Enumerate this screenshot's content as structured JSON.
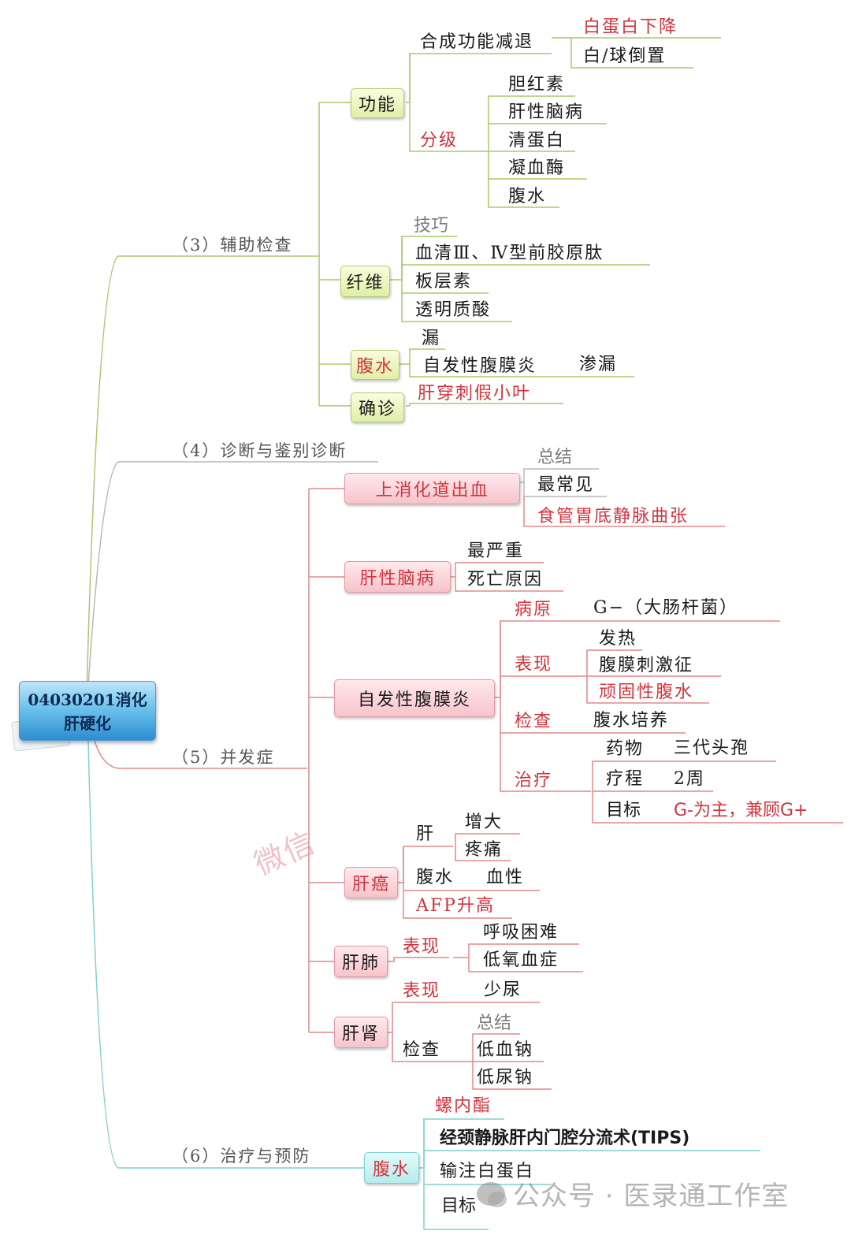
{
  "root": {
    "line1": "04030201消化",
    "line2": "肝硬化"
  },
  "branches": {
    "aux": "（3）辅助检查",
    "diag": "（4）诊断与鉴别诊断",
    "comp": "（5）并发症",
    "treat": "（6）治疗与预防"
  },
  "aux": {
    "function": {
      "label": "功能",
      "synth": "合成功能减退",
      "synth_items": [
        "白蛋白下降",
        "白/球倒置"
      ],
      "grade": "分级",
      "grade_items": [
        "胆红素",
        "肝性脑病",
        "清蛋白",
        "凝血酶",
        "腹水"
      ]
    },
    "fibrosis": {
      "label": "纤维",
      "tips": "技巧",
      "items": [
        "血清Ⅲ、Ⅳ型前胶原肽",
        "板层素",
        "透明质酸"
      ]
    },
    "ascites": {
      "label": "腹水",
      "leak": "漏",
      "sbp": "自发性腹膜炎",
      "exudate": "渗漏"
    },
    "confirm": {
      "label": "确诊",
      "value": "肝穿刺假小叶"
    }
  },
  "comp": {
    "bleed": {
      "label": "上消化道出血",
      "summary": "总结",
      "common": "最常见",
      "cause": "食管胃底静脉曲张"
    },
    "he": {
      "label": "肝性脑病",
      "severe": "最严重",
      "death": "死亡原因"
    },
    "sbp": {
      "label": "自发性腹膜炎",
      "pathogen_label": "病原",
      "pathogen": "G−（大肠杆菌）",
      "manifest_label": "表现",
      "manifest": [
        "发热",
        "腹膜刺激征",
        "顽固性腹水"
      ],
      "exam_label": "检查",
      "exam": "腹水培养",
      "treat_label": "治疗",
      "drug_label": "药物",
      "drug": "三代头孢",
      "course_label": "疗程",
      "course": "2周",
      "target_label": "目标",
      "target": "G-为主，兼顾G+"
    },
    "cancer": {
      "label": "肝癌",
      "liver": "肝",
      "liver_items": [
        "增大",
        "疼痛"
      ],
      "ascites": "腹水",
      "bloody": "血性",
      "afp": "AFP升高"
    },
    "hps": {
      "label": "肝肺",
      "manifest": "表现",
      "items": [
        "呼吸困难",
        "低氧血症"
      ]
    },
    "hrs": {
      "label": "肝肾",
      "manifest": "表现",
      "oliguria": "少尿",
      "exam": "检查",
      "summary": "总结",
      "items": [
        "低血钠",
        "低尿钠"
      ]
    }
  },
  "treat": {
    "label": "腹水",
    "spiro": "螺内酯",
    "tips": "经颈静脉肝内门腔分流术(TIPS)",
    "albumin": "输注白蛋白",
    "goal": "目标"
  },
  "watermark": "微信",
  "footer": "公众号 · 医录通工作室",
  "colors": {
    "red": "#d0343c",
    "green_line": "#a8c86a",
    "gray_line": "#b8b8b8",
    "red_line": "#e08a8a",
    "teal_line": "#7fd0d0",
    "root_blue": "#2f8dd0"
  }
}
